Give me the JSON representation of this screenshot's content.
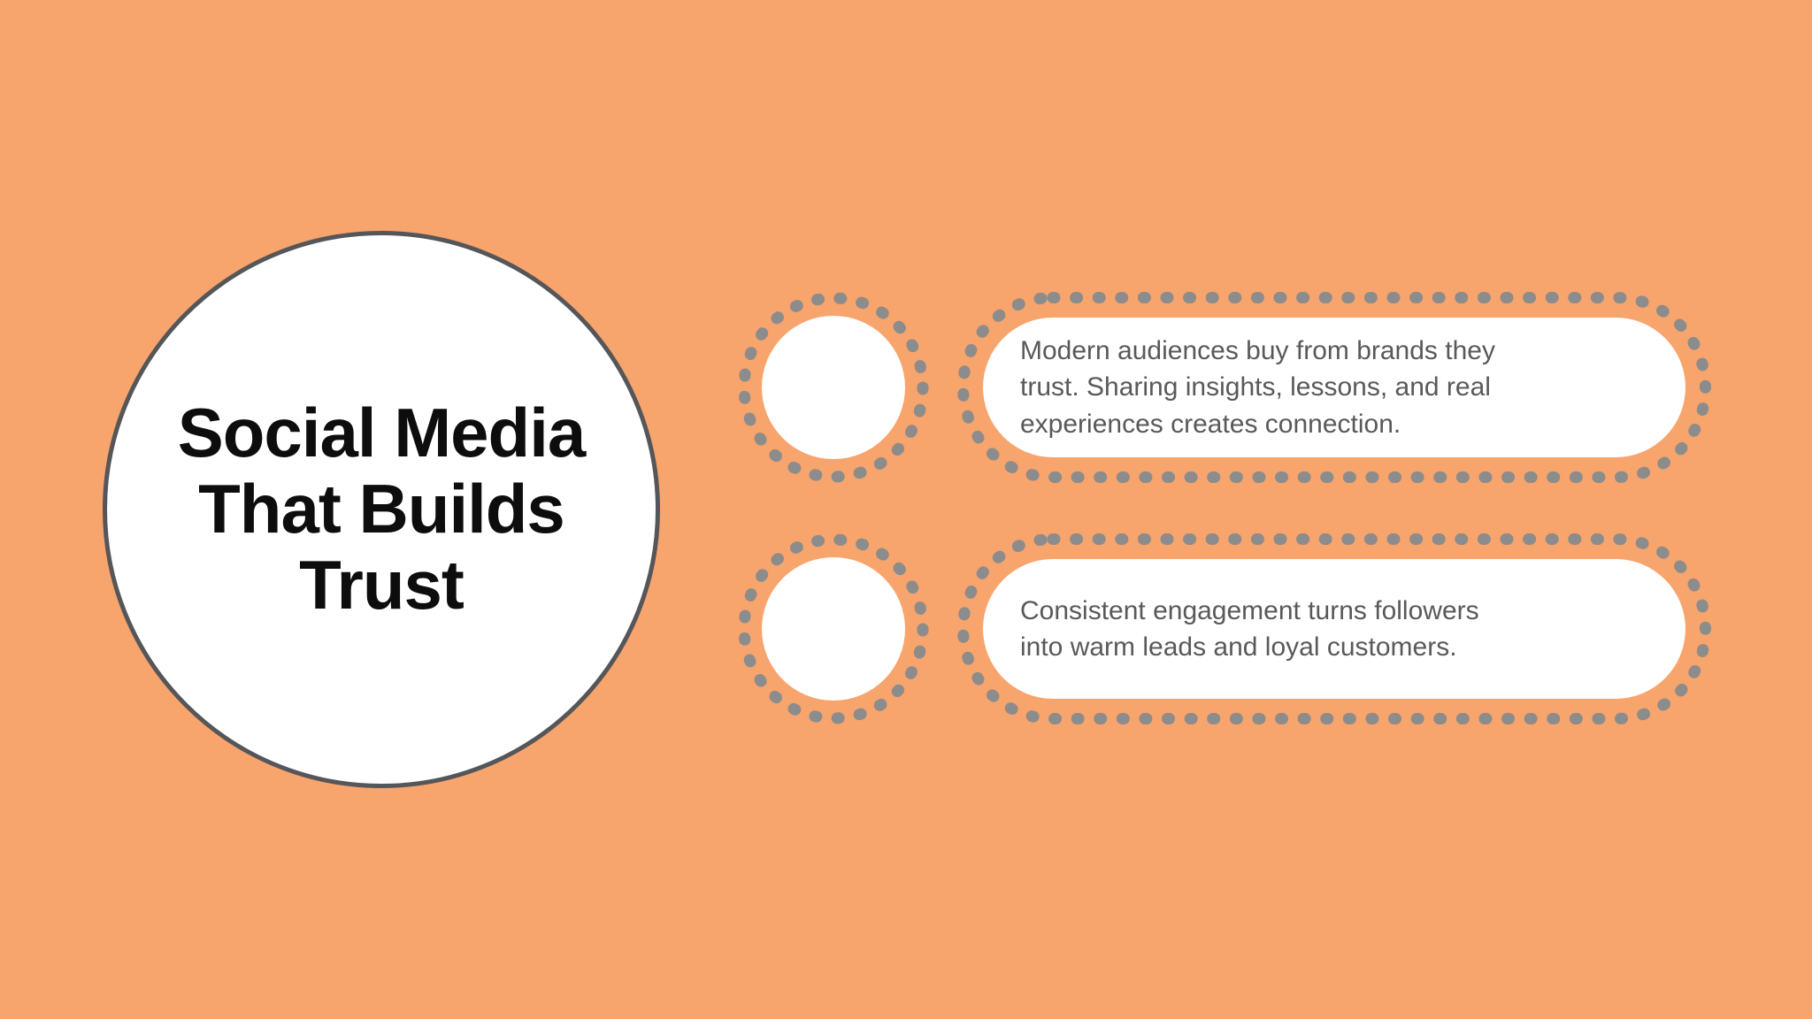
{
  "colors": {
    "bg": "#F8A46D",
    "circle-border": "#55565A",
    "dash": "#8C8C8C",
    "title-text": "#0D0D0D",
    "pill-bg": "#FFFFFF",
    "pill-text": "#59595B"
  },
  "title": {
    "lines": [
      "Social Media",
      "That Builds",
      "Trust"
    ]
  },
  "rows": [
    {
      "lines": [
        "Modern audiences buy from brands they",
        "trust. Sharing insights, lessons, and real",
        "experiences creates connection."
      ]
    },
    {
      "lines": [
        "Consistent engagement turns followers",
        "into warm leads and loyal customers."
      ]
    }
  ]
}
